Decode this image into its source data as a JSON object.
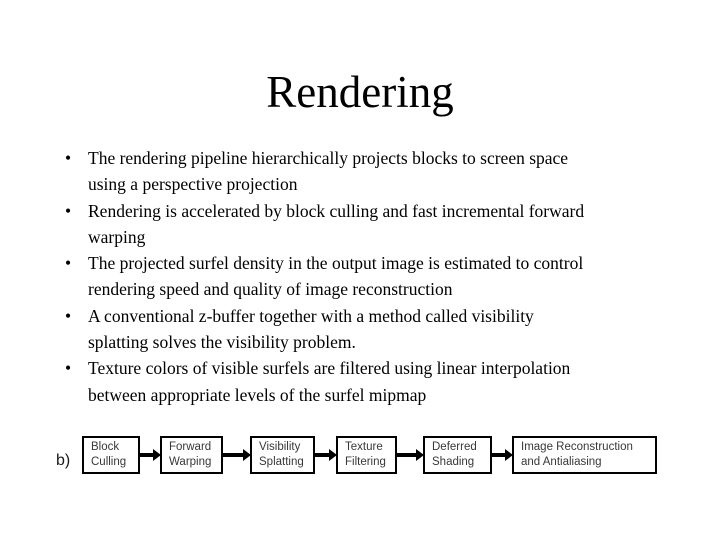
{
  "slide": {
    "title": "Rendering",
    "bullet_char": "•",
    "bullets": [
      {
        "lines": [
          "The rendering pipeline hierarchically projects blocks to screen space",
          "using a perspective projection"
        ]
      },
      {
        "lines": [
          "Rendering is accelerated by block culling and fast incremental forward",
          "warping"
        ]
      },
      {
        "lines": [
          "The projected surfel density in the output image is estimated to control",
          "rendering speed and quality of image reconstruction"
        ]
      },
      {
        "lines": [
          "A conventional z-buffer together with a method called visibility",
          "splatting solves the visibility problem."
        ]
      },
      {
        "lines": [
          "Texture colors of visible surfels are filtered using linear interpolation",
          "between appropriate levels of the surfel mipmap"
        ]
      }
    ]
  },
  "diagram": {
    "label": "b)",
    "stages": [
      {
        "lines": [
          "Block",
          "Culling"
        ]
      },
      {
        "lines": [
          "Forward",
          "Warping"
        ]
      },
      {
        "lines": [
          "Visibility",
          "Splatting"
        ]
      },
      {
        "lines": [
          "Texture",
          "Filtering"
        ]
      },
      {
        "lines": [
          "Deferred",
          "Shading"
        ]
      },
      {
        "lines": [
          "Image Reconstruction",
          "and Antialiasing"
        ]
      }
    ],
    "colors": {
      "box_border": "#000000",
      "box_text": "#383838",
      "arrow": "#000000",
      "background": "#ffffff"
    }
  }
}
